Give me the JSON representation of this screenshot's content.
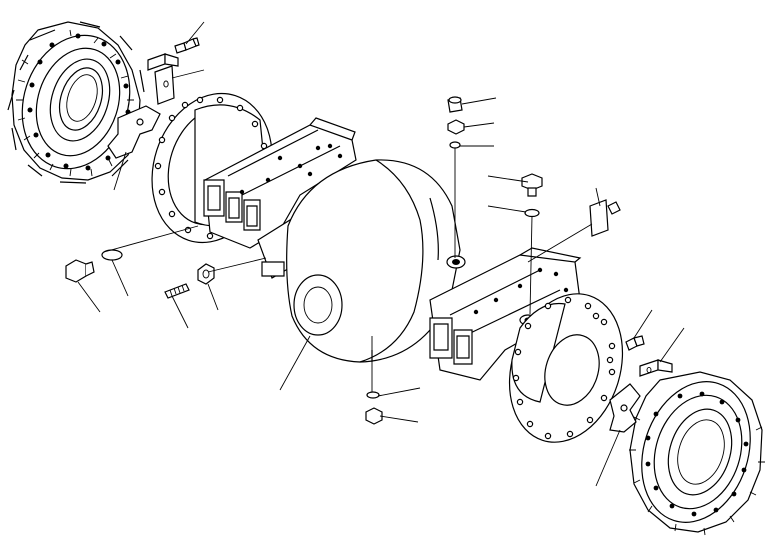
{
  "diagram": {
    "kind": "exploded-parts-view",
    "line_color": "#000000",
    "background": "#ffffff",
    "parts": [
      "axle-housing",
      "left-planetary-carrier",
      "right-planetary-carrier",
      "left-mounting-flange",
      "right-mounting-flange",
      "left-shim-plate",
      "right-shim-plate",
      "left-clip",
      "right-clip",
      "left-clip-bolt",
      "right-clip-bolt",
      "left-plug",
      "left-gasket",
      "stud",
      "stud-nut",
      "breather",
      "breather-adapter",
      "breather-washer",
      "top-plug",
      "top-plug-gasket",
      "name-plate",
      "drain-plug",
      "drain-plug-washer"
    ],
    "leader_line_count": 20
  }
}
